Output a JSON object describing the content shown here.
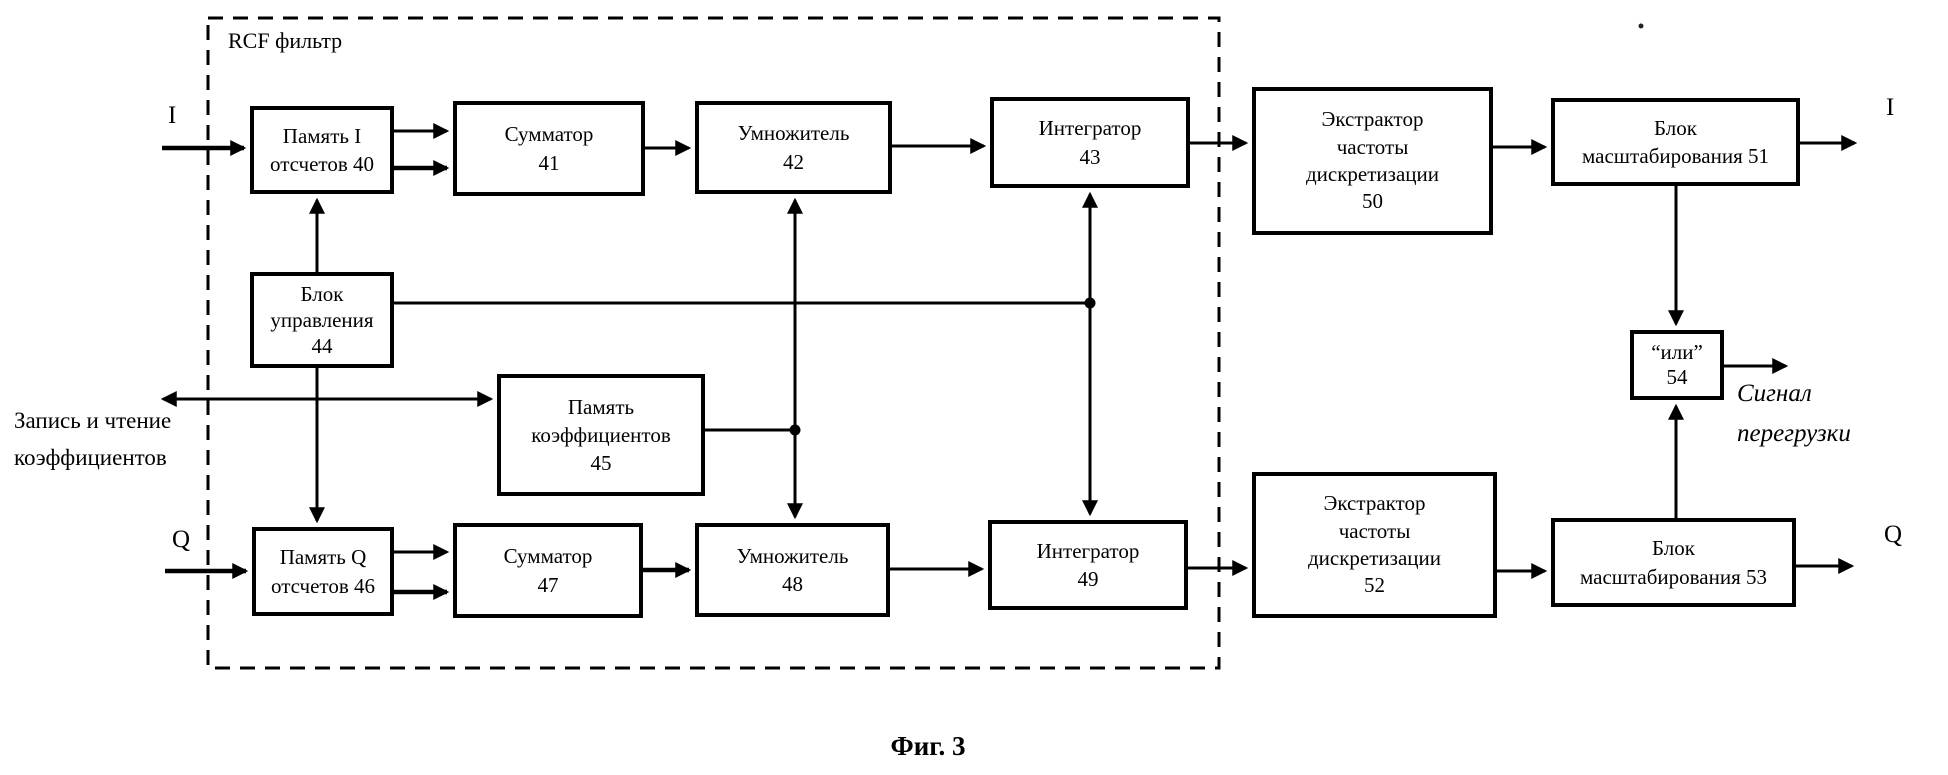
{
  "figure": {
    "caption": "Фиг. 3",
    "filter_label": "RCF фильтр"
  },
  "io": {
    "input_i": "I",
    "input_q": "Q",
    "output_i": "I",
    "output_q": "Q",
    "coef_rw_line1": "Запись и чтение",
    "coef_rw_line2": "коэффициентов",
    "overload_line1": "Сигнал",
    "overload_line2": "перегрузки"
  },
  "blocks": {
    "memory_i_40": {
      "lines": [
        "Память I",
        "отсчетов 40"
      ]
    },
    "adder_41": {
      "lines": [
        "Сумматор",
        "41"
      ]
    },
    "multiplier_42": {
      "lines": [
        "Умножитель",
        "42"
      ]
    },
    "integrator_43": {
      "lines": [
        "Интегратор",
        "43"
      ]
    },
    "control_unit_44": {
      "lines": [
        "Блок",
        "управления",
        "44"
      ]
    },
    "coef_memory_45": {
      "lines": [
        "Память",
        "коэффициентов",
        "45"
      ]
    },
    "memory_q_46": {
      "lines": [
        "Память Q",
        "отсчетов 46"
      ]
    },
    "adder_47": {
      "lines": [
        "Сумматор",
        "47"
      ]
    },
    "multiplier_48": {
      "lines": [
        "Умножитель",
        "48"
      ]
    },
    "integrator_49": {
      "lines": [
        "Интегратор",
        "49"
      ]
    },
    "rate_extractor_50": {
      "lines": [
        "Экстрактор",
        "частоты",
        "дискретизации",
        "50"
      ]
    },
    "scaling_unit_51": {
      "lines": [
        "Блок",
        "масштабирования 51"
      ]
    },
    "rate_extractor_52": {
      "lines": [
        "Экстрактор",
        "частоты",
        "дискретизации",
        "52"
      ]
    },
    "scaling_unit_53": {
      "lines": [
        "Блок",
        "масштабирования 53"
      ]
    },
    "or_unit_54": {
      "lines": [
        "“или”",
        "54"
      ]
    }
  }
}
